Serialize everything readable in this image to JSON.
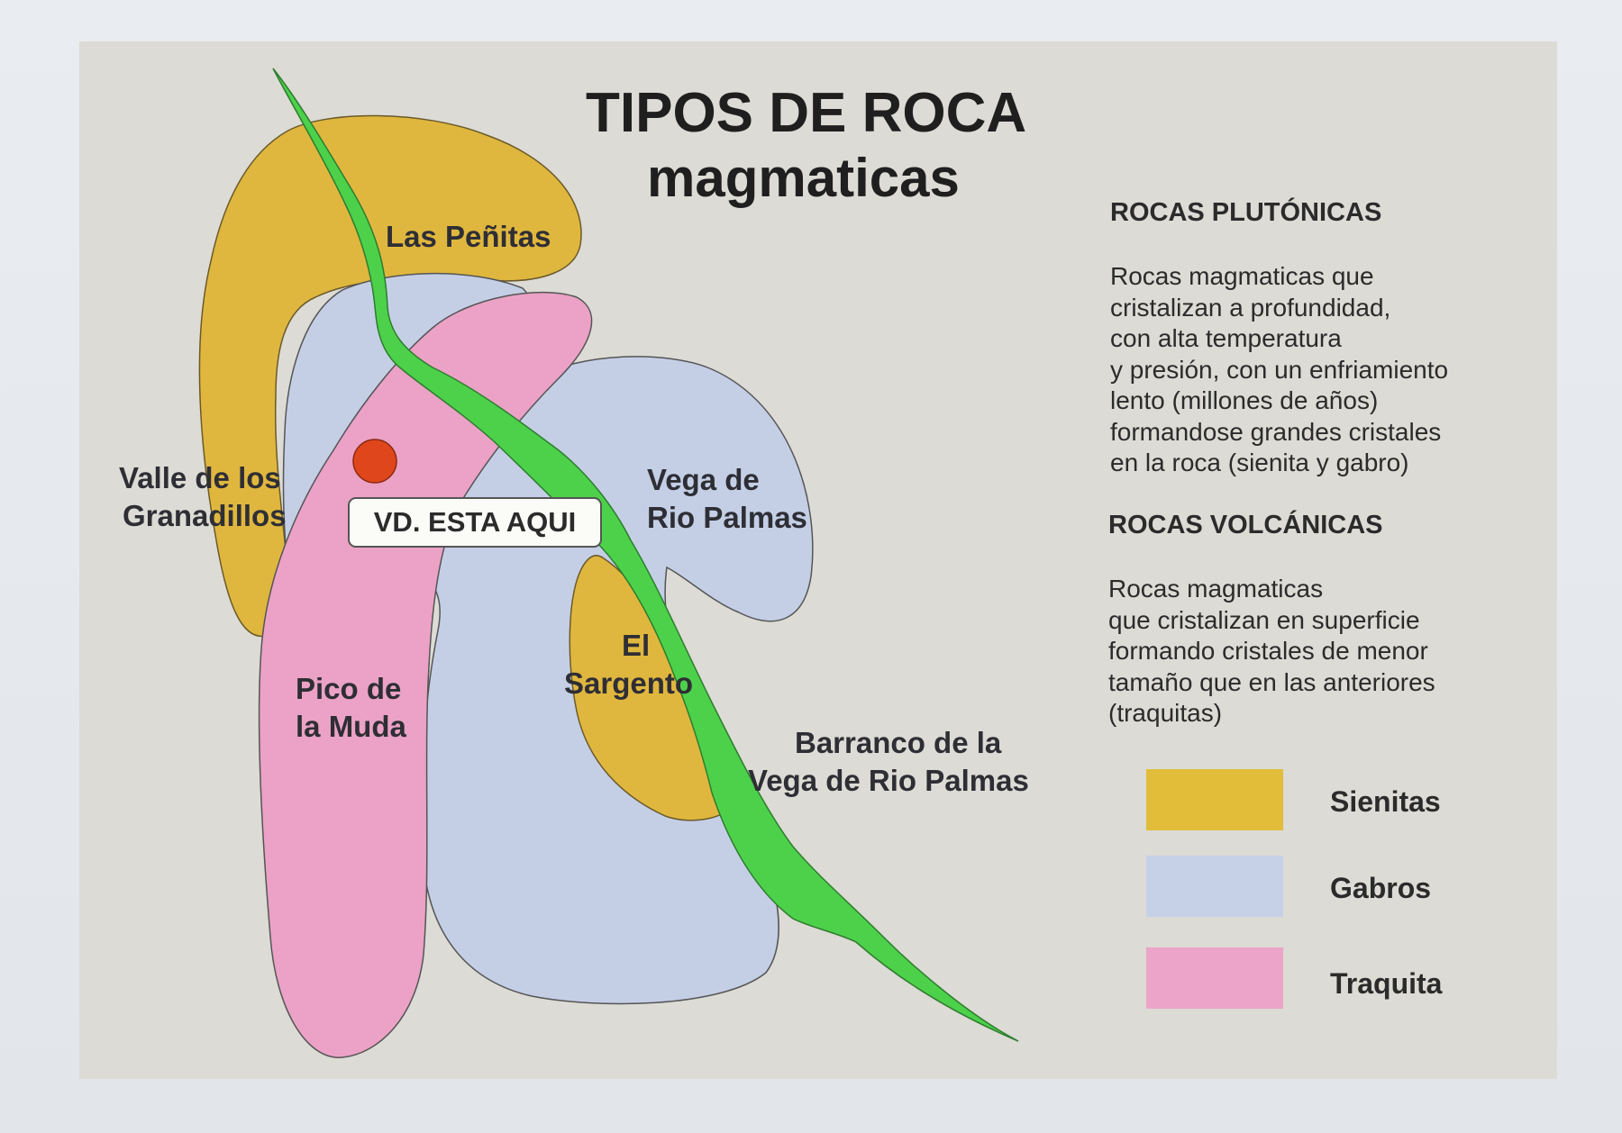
{
  "title": {
    "line1": "TIPOS DE ROCA",
    "line2": "magmaticas"
  },
  "map": {
    "places": {
      "las_penitas": "Las Peñitas",
      "valle_line1": "Valle de los",
      "valle_line2": "Granadillos",
      "vega_line1": "Vega de",
      "vega_line2": "Rio Palmas",
      "pico_line1": "Pico de",
      "pico_line2": "la Muda",
      "sargento_line1": "El",
      "sargento_line2": "Sargento",
      "barranco_line1": "Barranco de la",
      "barranco_line2": "Vega de Rio Palmas"
    },
    "you_are_here": "VD. ESTA AQUI",
    "zones": [
      {
        "name": "Sienitas",
        "color": "#e0b73e"
      },
      {
        "name": "Gabros",
        "color": "#c4cfe6"
      },
      {
        "name": "Traquita",
        "color": "#eba2c6"
      }
    ],
    "ravine_color": "#4dd14b",
    "marker_color": "#e0461c"
  },
  "plutonic": {
    "heading": "ROCAS PLUTÓNICAS",
    "lines": [
      "Rocas magmaticas que",
      "cristalizan a profundidad,",
      "con alta temperatura",
      "y presión, con un enfriamiento",
      "lento (millones de años)",
      "formandose grandes cristales",
      "en la roca (sienita y gabro)"
    ]
  },
  "volcanic": {
    "heading": "ROCAS VOLCÁNICAS",
    "lines": [
      "Rocas magmaticas",
      "que cristalizan en superficie",
      "formando cristales de menor",
      "tamaño que en las anteriores",
      "(traquitas)"
    ]
  },
  "legend": [
    {
      "label": "Sienitas",
      "color": "#e1bd3a"
    },
    {
      "label": "Gabros",
      "color": "#c6d1e8"
    },
    {
      "label": "Traquita",
      "color": "#eca4c8"
    }
  ]
}
